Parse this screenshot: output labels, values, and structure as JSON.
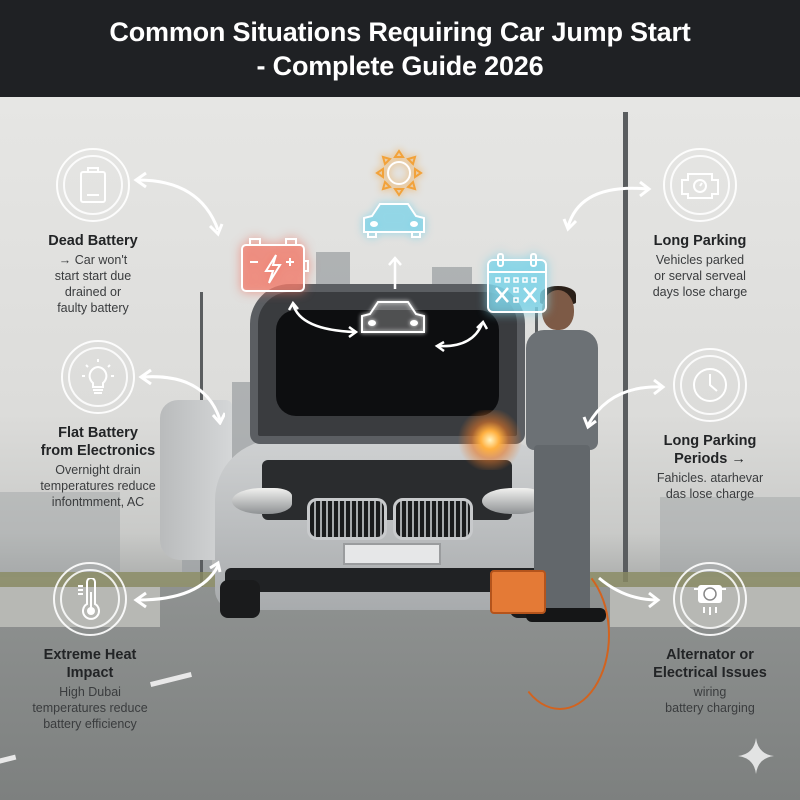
{
  "header": {
    "title_line1": "Common Situations Requiring Car Jump Start",
    "title_line2": "- Complete Guide 2026"
  },
  "colors": {
    "header_bg": "#1f2124",
    "battery_icon": "#f07a6a",
    "sun_icon": "#f2a23a",
    "car_icon": "#7fd3e8",
    "calendar_icon": "#7fd3e8",
    "booster_pack": "#e47a36"
  },
  "items": {
    "dead_battery": {
      "icon": "battery-icon",
      "title": "Dead Battery",
      "desc_line1": "→  Car won't",
      "desc_line2": "start start due",
      "desc_line3": "drained or",
      "desc_line4": "faulty battery"
    },
    "flat_battery": {
      "icon": "lightbulb-icon",
      "title_line1": "Flat Battery",
      "title_line2": "from Electronics",
      "desc_line1": "Overnight drain",
      "desc_line2": "temperatures reduce",
      "desc_line3": "infontmment, AC"
    },
    "extreme_heat": {
      "icon": "thermometer-icon",
      "title_line1": "Extreme Heat",
      "title_line2": "Impact",
      "desc_line1": "High Dubai",
      "desc_line2": "temperatures reduce",
      "desc_line3": "battery efficiency"
    },
    "long_parking": {
      "icon": "engine-icon",
      "title": "Long Parking",
      "desc_line1": "Vehicles parked",
      "desc_line2": "or serval serveal",
      "desc_line3": "days lose charge"
    },
    "long_parking_periods": {
      "icon": "clock-icon",
      "title_line1": "Long Parking",
      "title_line2": "Periods →",
      "desc_line1": "Fahicles. atarhevar",
      "desc_line2": "das lose charge"
    },
    "alternator": {
      "icon": "alternator-icon",
      "title_line1": "Alternator or",
      "title_line2": "Electrical Issues",
      "desc_line1": "wiring",
      "desc_line2": "battery charging"
    }
  },
  "hub_icons": [
    "sun-icon",
    "car-icon-top",
    "battery-neon-icon",
    "car-icon-center",
    "calendar-icon"
  ]
}
